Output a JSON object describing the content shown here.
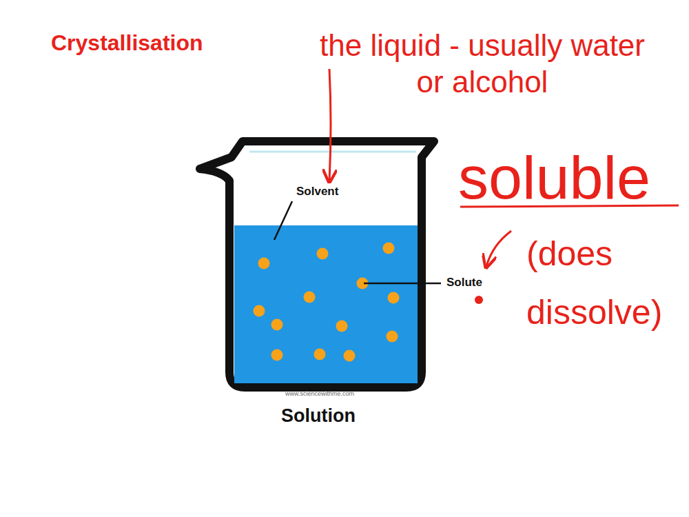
{
  "diagram": {
    "title": "Crystallisation",
    "caption": "Solution",
    "labels": [
      "the liquid - usually water or alcohol",
      "Solvent",
      "Solute",
      "soluble",
      "(does dissolve)",
      "www.sciencewithme.com"
    ]
  }
}
